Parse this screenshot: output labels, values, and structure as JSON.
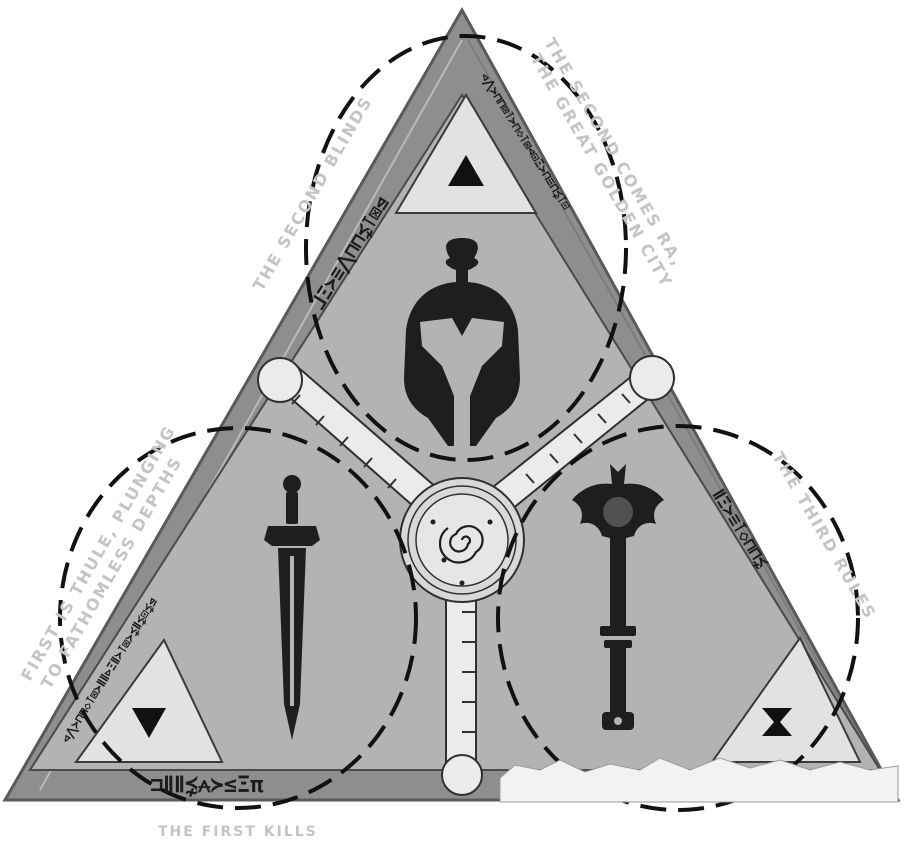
{
  "captions": {
    "bottom": "THE FIRST KILLS",
    "left_line1": "FIRST IS THULE, PLUNGING",
    "left_line2": "TO FATHOMLESS DEPTHS",
    "top_left": "THE SECOND BLINDS",
    "top_right_line1": "THE SECOND COMES RA,",
    "top_right_line2": "THE GREAT GOLDEN CITY",
    "right": "THE THIRD RULES"
  },
  "runes": {
    "bottom": "⊐ⅡⅡ⋨⩜≻≤Ξπ",
    "left_upper": "⅃Ξ≻≡⋀⊓⊓⋨⊺⊠⊴",
    "left_lower": "⊲⋀≻⊓⊓◇⊺⊠≻ⅡⅡ⊳ΞⅡ≻⊺⊠≻⋨Ⅱ⋨⊡⋨⊴",
    "right_upper": "⊲⋀≻⊓⊓⊠⊺≻⊓◇⊺⊠⊲⊡Ξ≻⊓≡⊓⋨⊺⊡",
    "right_lower": "ⅡΞ≻≡⊺◇⊓⊓⋨"
  },
  "icons": {
    "top_corner": "triangle-up-icon",
    "left_corner": "triangle-down-icon",
    "right_corner": "hourglass-icon",
    "center": "spartan-helmet-icon",
    "left": "sword-icon",
    "right": "battle-axe-icon",
    "hub": "spiral-icon"
  },
  "colors": {
    "outer_frame": "#8e8e8e",
    "inner_field": "#b3b3b3",
    "corner_panel": "#e2e2e2",
    "emblem": "#1e1e1e",
    "hub_bar": "#ebebeb",
    "caption": "#c4c4c4"
  }
}
